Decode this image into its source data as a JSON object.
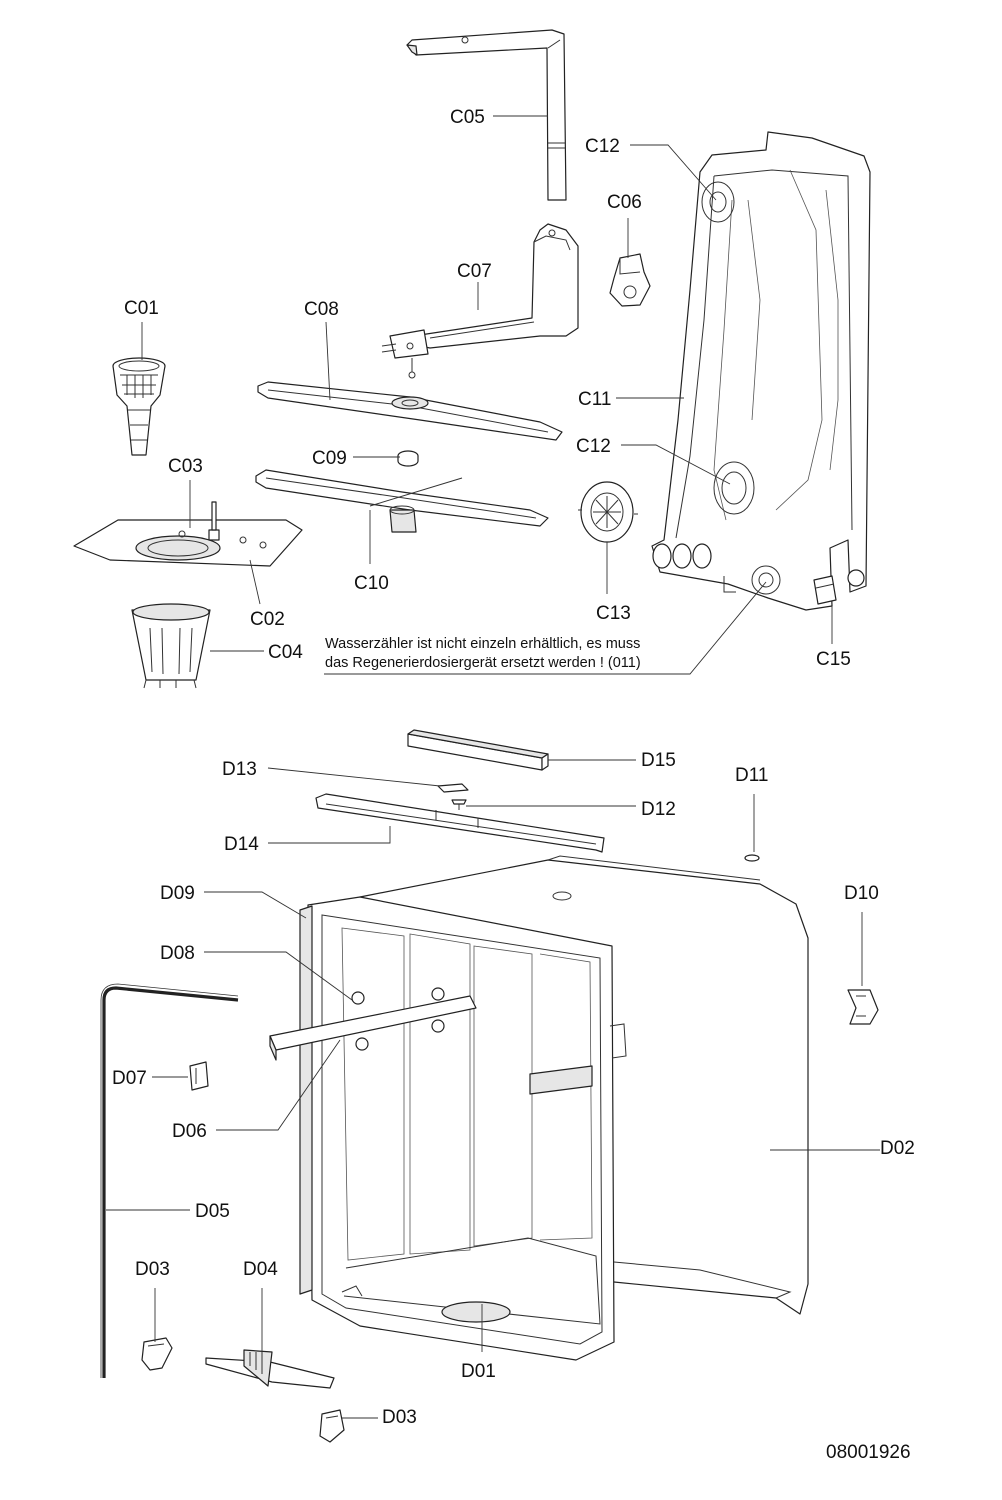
{
  "labels": {
    "C01": "C01",
    "C02": "C02",
    "C03": "C03",
    "C04": "C04",
    "C05": "C05",
    "C06": "C06",
    "C07": "C07",
    "C08": "C08",
    "C09": "C09",
    "C10": "C10",
    "C11": "C11",
    "C12a": "C12",
    "C12b": "C12",
    "C13": "C13",
    "C15": "C15",
    "D01": "D01",
    "D02": "D02",
    "D03a": "D03",
    "D03b": "D03",
    "D04": "D04",
    "D05": "D05",
    "D06": "D06",
    "D07": "D07",
    "D08": "D08",
    "D09": "D09",
    "D10": "D10",
    "D11": "D11",
    "D12": "D12",
    "D13": "D13",
    "D14": "D14",
    "D15": "D15"
  },
  "note": {
    "line1": "Wasserzähler ist nicht einzeln erhältlich, es muss",
    "line2": "das Regenerierdosiergerät ersetzt werden ! (011)"
  },
  "document_number": "08001926"
}
